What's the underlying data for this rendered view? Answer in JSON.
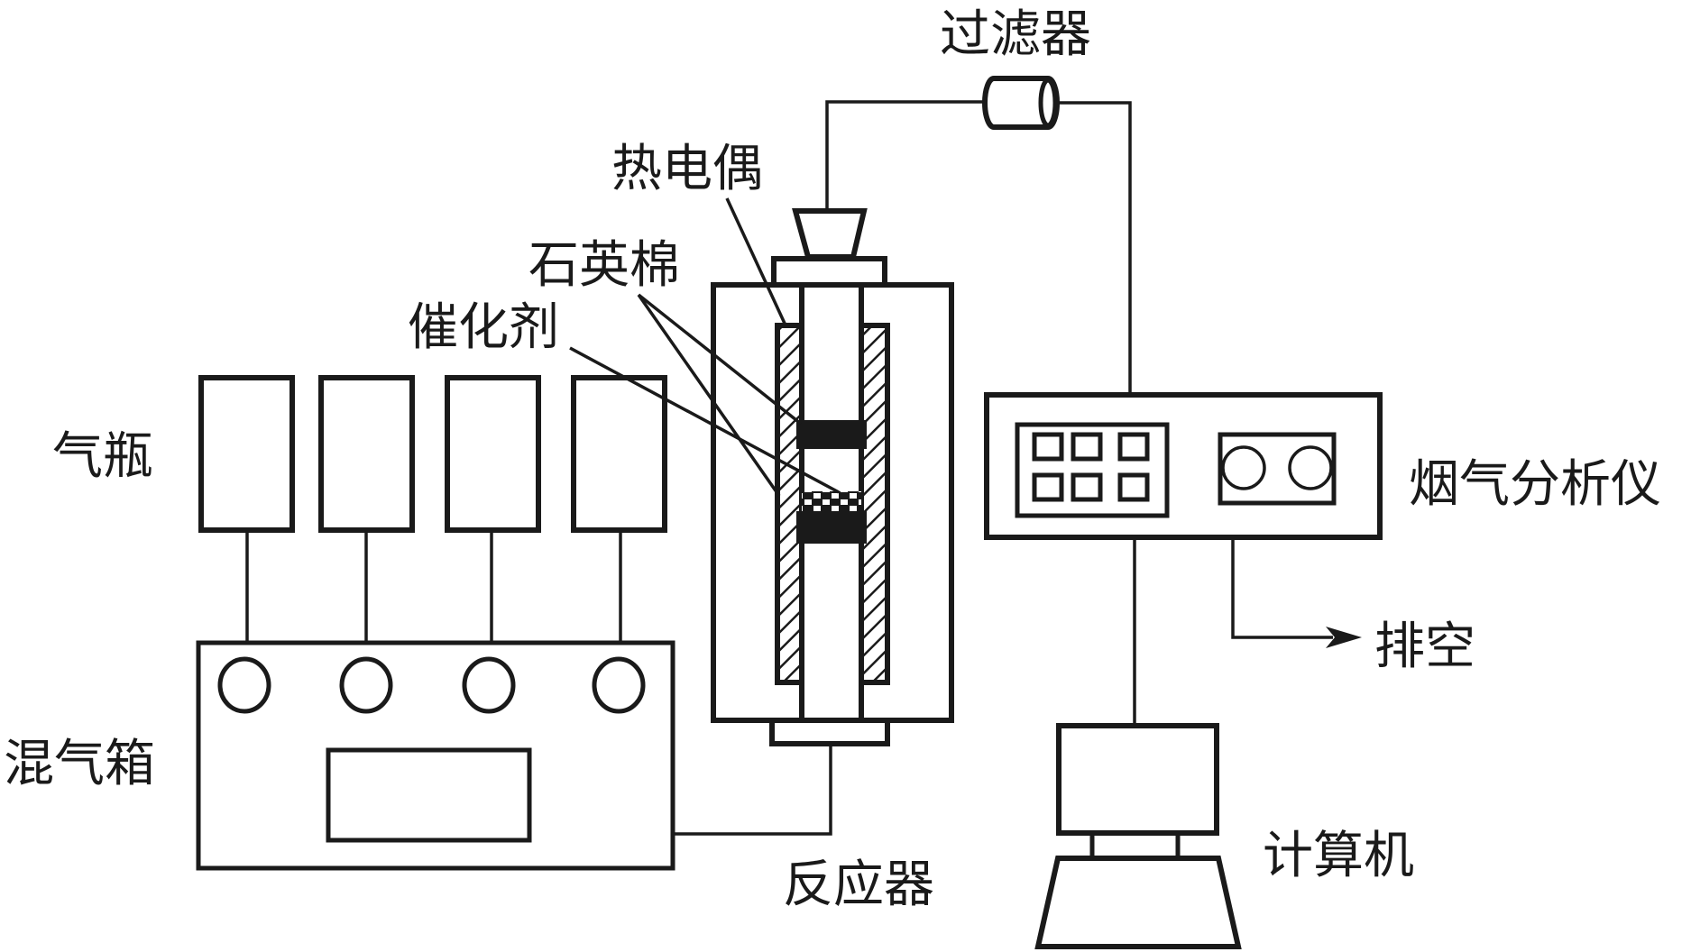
{
  "figure": {
    "title": "Catalyst activity test apparatus schematic",
    "colors": {
      "ink": "#1a1a1a",
      "background": "#ffffff"
    }
  },
  "labels": {
    "filter": "过滤器",
    "thermocouple": "热电偶",
    "quartz_wool": "石英棉",
    "catalyst": "催化剂",
    "gas_cylinders": "气瓶",
    "gas_mixer": "混气箱",
    "reactor": "反应器",
    "flue_gas_analyzer": "烟气分析仪",
    "exhaust": "排空",
    "computer": "计算机"
  },
  "components": {
    "gas_cylinders": {
      "count": 4
    },
    "mixer_knobs": {
      "count": 4
    },
    "analyzer_buttons": {
      "rows": 2,
      "cols": 3
    },
    "analyzer_dials": {
      "count": 2
    },
    "reactor_layers": [
      "quartz-wool",
      "catalyst",
      "quartz-wool"
    ]
  }
}
